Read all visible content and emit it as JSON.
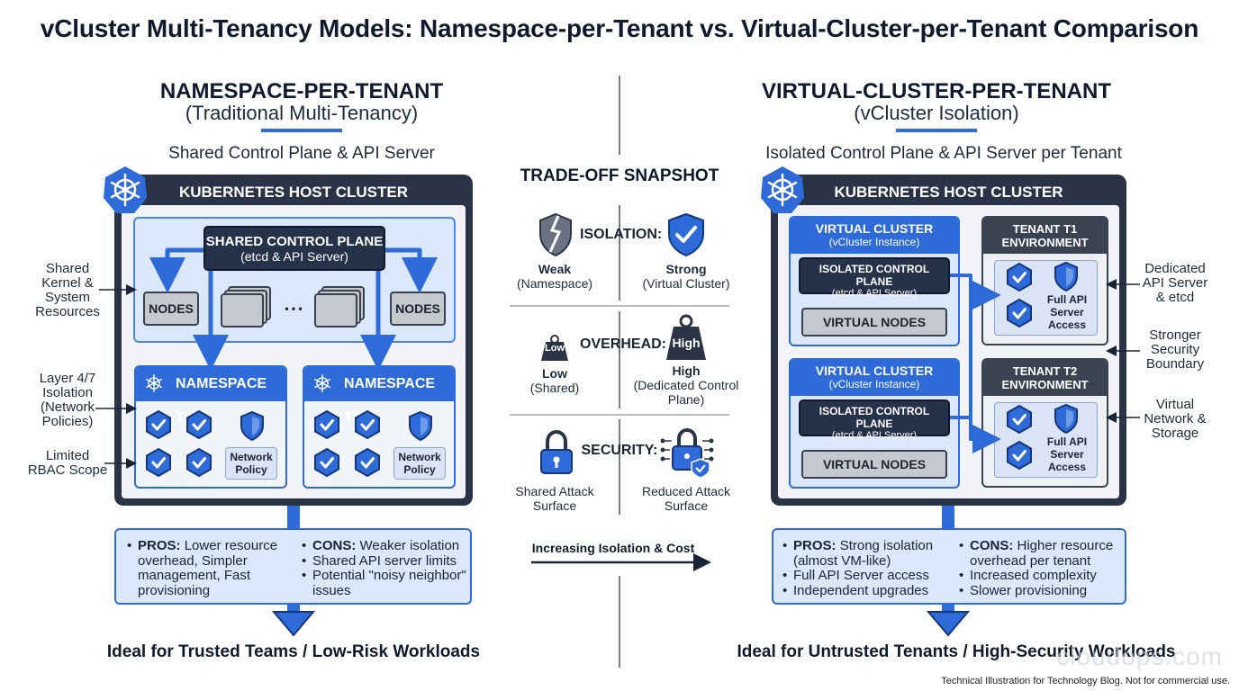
{
  "title": "vCluster Multi-Tenancy Models: Namespace-per-Tenant vs. Virtual-Cluster-per-Tenant Comparison",
  "left": {
    "heading": "NAMESPACE-PER-TENANT",
    "subheading": "(Traditional Multi-Tenancy)",
    "caption": "Shared Control Plane & API Server",
    "host_label": "KUBERNETES HOST CLUSTER",
    "control_plane_title": "SHARED CONTROL PLANE",
    "control_plane_sub": "(etcd & API Server)",
    "node_label": "NODES",
    "ellipsis": "• • •",
    "ns1": "NAMESPACE T1",
    "ns2": "NAMESPACE T2",
    "network_policy": "Network Policy",
    "side_labels": [
      "Shared Kernel & System Resources",
      "Layer 4/7 Isolation (Network Policies)",
      "Limited RBAC Scope"
    ],
    "pros_label": "PROS:",
    "pros_text": "Lower resource overhead, Simpler management, Fast provisioning",
    "cons_label": "CONS:",
    "cons": [
      "Weaker isolation",
      "Shared API server limits",
      "Potential \"noisy neighbor\" issues"
    ],
    "ideal": "Ideal for Trusted Teams / Low-Risk Workloads"
  },
  "middle": {
    "heading": "TRADE-OFF SNAPSHOT",
    "isolation_label": "ISOLATION:",
    "isolation_weak": "Weak",
    "isolation_weak_sub": "(Namespace)",
    "isolation_strong": "Strong",
    "isolation_strong_sub": "(Virtual Cluster)",
    "overhead_label": "OVERHEAD:",
    "weight_low": "Low",
    "weight_high": "High",
    "overhead_low": "Low",
    "overhead_low_sub": "(Shared)",
    "overhead_high": "High",
    "overhead_high_sub": "(Dedicated Control Plane)",
    "security_label": "SECURITY:",
    "security_left": "Shared Attack Surface",
    "security_right": "Reduced Attack Surface",
    "arrow_label": "Increasing Isolation & Cost"
  },
  "right": {
    "heading": "VIRTUAL-CLUSTER-PER-TENANT",
    "subheading": "(vCluster Isolation)",
    "caption": "Isolated Control Plane & API Server per Tenant",
    "host_label": "KUBERNETES HOST CLUSTER",
    "vc_title": "VIRTUAL CLUSTER",
    "vc_sub": "(vCluster Instance)",
    "icp_title": "ISOLATED CONTROL PLANE",
    "icp_sub": "(etcd & API Server)",
    "vnodes": "VIRTUAL NODES",
    "env1": "TENANT T1 ENVIRONMENT",
    "env2": "TENANT T2 ENVIRONMENT",
    "api_access": "Full API Server Access",
    "side_labels": [
      "Dedicated API Server & etcd",
      "Stronger Security Boundary",
      "Virtual Network & Storage"
    ],
    "pros_label": "PROS:",
    "pros": [
      "Strong isolation (almost VM-like)",
      "Full API Server access",
      "Independent upgrades"
    ],
    "cons_label": "CONS:",
    "cons": [
      "Higher resource overhead per tenant",
      "Increased complexity",
      "Slower provisioning"
    ],
    "ideal": "Ideal for Untrusted Tenants / High-Security Workloads"
  },
  "footnote": "Technical Illustration for Technology Blog. Not for commercial use.",
  "watermark": "cloudops.com",
  "colors": {
    "accent": "#2f6bd8",
    "dark": "#2b3446",
    "light_blue": "#dbe7fb"
  }
}
